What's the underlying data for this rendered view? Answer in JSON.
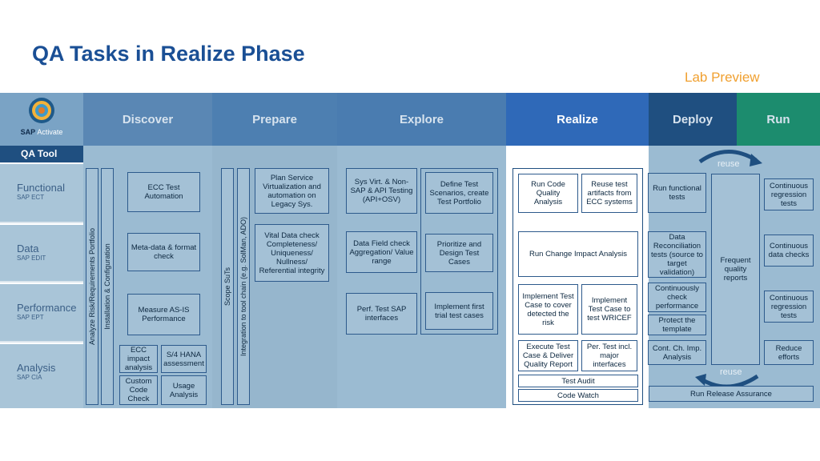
{
  "title": "QA Tasks in Realize Phase",
  "lab_preview": "Lab Preview",
  "logo": {
    "name": "SAP Activate",
    "sap": "SAP",
    "activate": "Activate"
  },
  "qa_tool": "QA Tool",
  "phases": [
    "Discover",
    "Prepare",
    "Explore",
    "Realize",
    "Deploy",
    "Run"
  ],
  "rows": [
    {
      "name": "Functional",
      "sub": "SAP ECT"
    },
    {
      "name": "Data",
      "sub": "SAP EDIT"
    },
    {
      "name": "Performance",
      "sub": "SAP EPT"
    },
    {
      "name": "Analysis",
      "sub": "SAP CIA"
    }
  ],
  "discover": {
    "vbar1": "Analyze Risk/Requirements Portfolio",
    "vbar2": "Installation & Configuration",
    "ecc_test": "ECC Test Automation",
    "metadata": "Meta-data & format check",
    "measure": "Measure AS-IS Performance",
    "ecc_impact": "ECC impact analysis",
    "s4hana": "S/4 HANA assessment",
    "custom_code": "Custom Code Check",
    "usage": "Usage Analysis"
  },
  "prepare": {
    "vbar1": "Scope SuTs",
    "vbar2": "Integration to tool chain (e.g. SolMan, ADO)",
    "plan_service": "Plan Service Virtualization and automation on Legacy Sys.",
    "vital_data": "Vital Data check Completeness/ Uniqueness/ Nullness/ Referential integrity"
  },
  "explore": {
    "sys_virt": "Sys Virt. & Non-SAP & API Testing (API+OSV)",
    "data_field": "Data Field check Aggregation/ Value range",
    "perf_test": "Perf. Test SAP interfaces",
    "define_test": "Define Test Scenarios, create Test Portfolio",
    "prioritize": "Prioritize and Design Test Cases",
    "implement_first": "Implement first trial test cases"
  },
  "realize": {
    "run_code": "Run Code Quality Analysis",
    "reuse_artifacts": "Reuse test artifacts from ECC systems",
    "run_change": "Run Change Impact Analysis",
    "implement_risk": "Implement Test Case to cover detected the risk",
    "implement_wricef": "Implement Test Case to test WRICEF",
    "execute": "Execute Test Case & Deliver Quality Report",
    "per_test": "Per. Test incl. major interfaces",
    "audit": "Test Audit",
    "code_watch": "Code Watch"
  },
  "deploy": {
    "run_functional": "Run functional tests",
    "data_recon": "Data Reconciliation tests (source to target validation)",
    "continuously_check": "Continuously check performance",
    "protect": "Protect the template",
    "cont_ch_imp": "Cont. Ch. Imp. Analysis",
    "frequent": "Frequent quality reports",
    "reuse_top": "reuse",
    "reuse_bottom": "reuse",
    "release": "Run Release Assurance"
  },
  "run": {
    "cont_regression_1": "Continuous regression tests",
    "cont_data": "Continuous data checks",
    "cont_regression_2": "Continuous regression tests",
    "reduce": "Reduce efforts"
  },
  "colors": {
    "title": "#1a4f95",
    "lab": "#f0a030",
    "discover": "#5a87b4",
    "prepare": "#4d7fb1",
    "explore": "#4a7cb0",
    "realize": "#2f69b8",
    "deploy": "#1f4f80",
    "run": "#1c8c6e"
  }
}
